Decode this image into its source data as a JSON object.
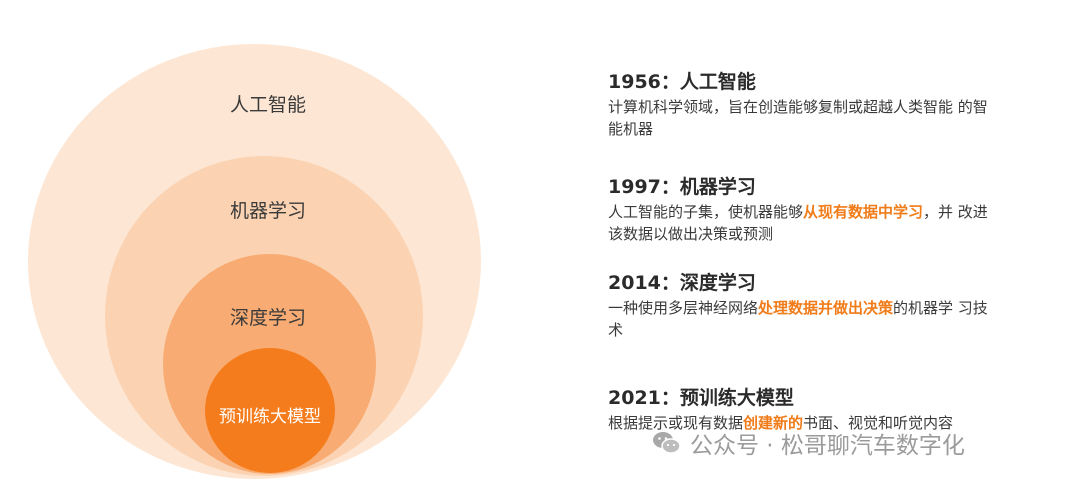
{
  "circles": [
    {
      "label": "人工智能"
    },
    {
      "label": "机器学习"
    },
    {
      "label": "深度学习"
    },
    {
      "label": "预训练大模型"
    }
  ],
  "entries": [
    {
      "title": "1956：人工智能",
      "desc": [
        {
          "text": "计算机科学领域，旨在创造能够复制或超越人类智能 的智能机器",
          "hl": false
        }
      ]
    },
    {
      "title": "1997：机器学习",
      "desc": [
        {
          "text": "人工智能的子集，使机器能够",
          "hl": false
        },
        {
          "text": "从现有数据中学习",
          "hl": true
        },
        {
          "text": "，并 改进该数据以做出决策或预测",
          "hl": false
        }
      ]
    },
    {
      "title": "2014：深度学习",
      "desc": [
        {
          "text": "一种使用多层神经网络",
          "hl": false
        },
        {
          "text": "处理数据并做出决策",
          "hl": true
        },
        {
          "text": "的机器学 习技术",
          "hl": false
        }
      ]
    },
    {
      "title": "2021：预训练大模型",
      "desc": [
        {
          "text": "根据提示或现有数据",
          "hl": false
        },
        {
          "text": "创建新的",
          "hl": true
        },
        {
          "text": "书面、视觉和听觉内容",
          "hl": false
        }
      ]
    }
  ],
  "watermark": {
    "text": "公众号 · 松哥聊汽车数字化",
    "icon": "wechat-icon"
  },
  "colors": {
    "accent": "#f07c1a",
    "ring1": "#fde7d4",
    "ring2": "#fbd3b2",
    "ring3": "#f8ac73",
    "core": "#f57c1c"
  }
}
